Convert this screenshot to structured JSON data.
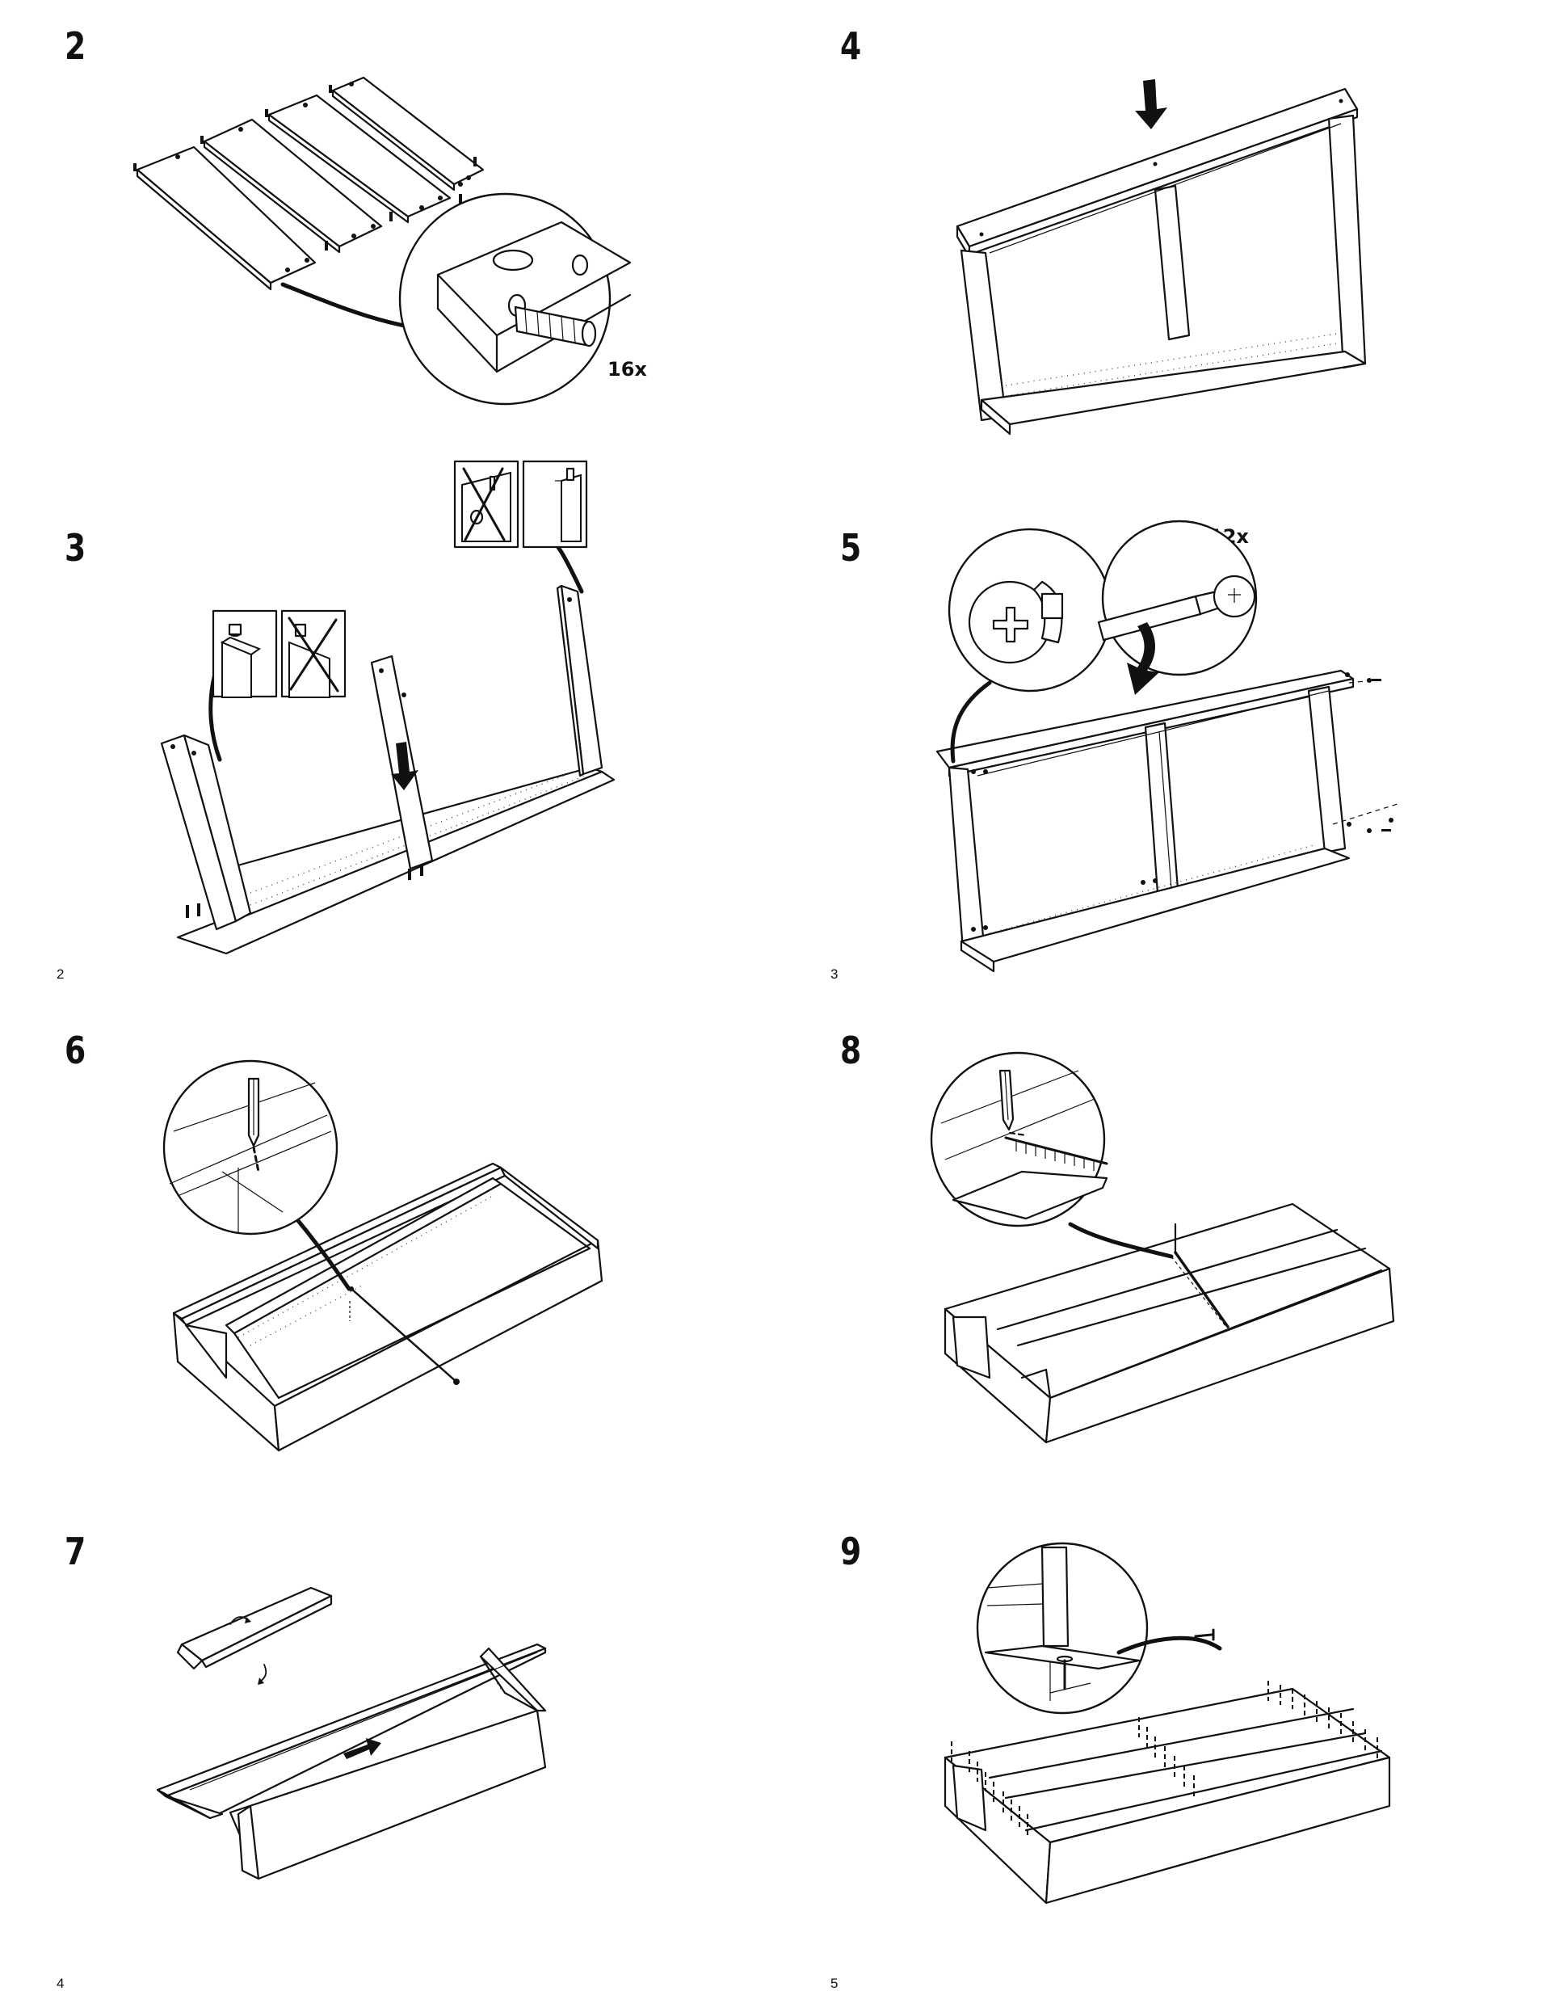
{
  "steps": [
    {
      "number": "2"
    },
    {
      "number": "3"
    },
    {
      "number": "4"
    },
    {
      "number": "5"
    },
    {
      "number": "6"
    },
    {
      "number": "7"
    },
    {
      "number": "8"
    },
    {
      "number": "9"
    }
  ],
  "quantities": {
    "dowel_count": "16x",
    "screw_count": "12x"
  },
  "page_numbers": {
    "top_left": "2",
    "top_right": "3",
    "bottom_left": "4",
    "bottom_right": "5"
  },
  "icons": [
    "dowel-icon",
    "arrow-down-icon",
    "cross-out-icon",
    "screwdriver-icon",
    "pencil-icon",
    "nail-icon",
    "arrow-right-icon",
    "rotate-arrow-icon"
  ],
  "colors": {
    "ink": "#111111",
    "paper": "#ffffff"
  }
}
